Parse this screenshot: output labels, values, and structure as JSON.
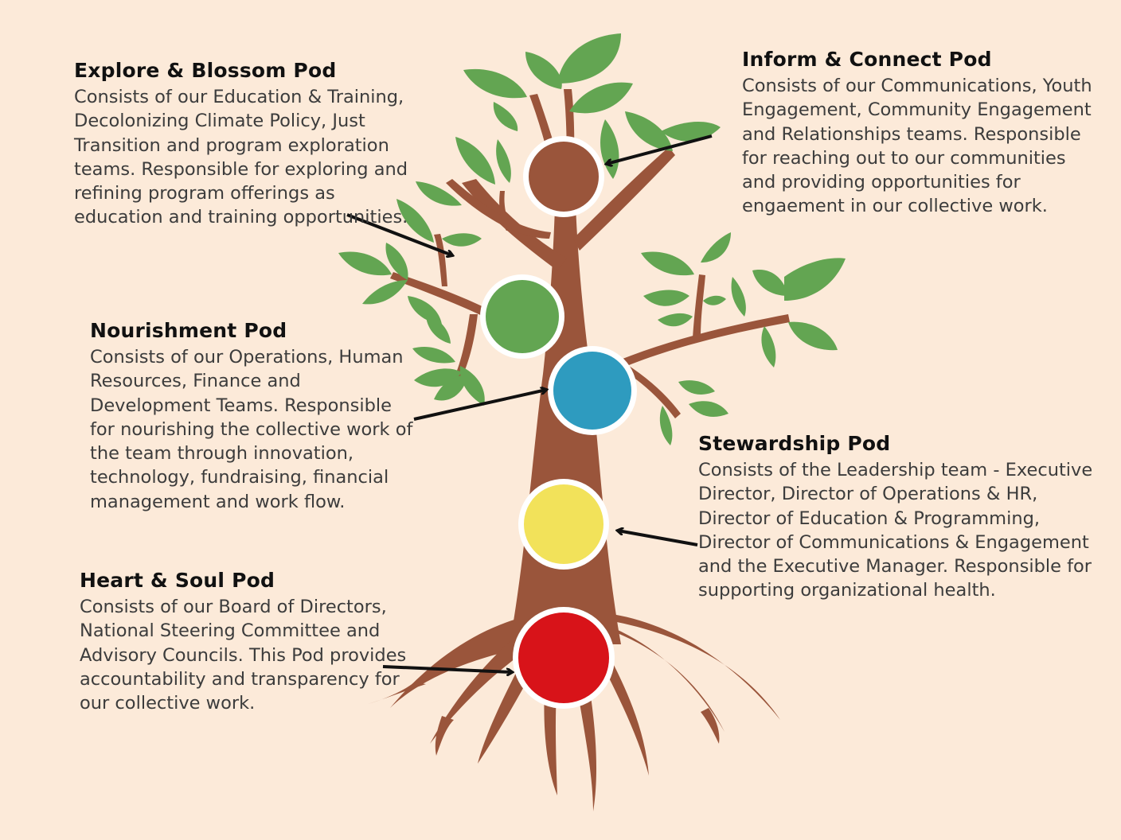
{
  "colors": {
    "background": "#fcead9",
    "trunk": "#9a553b",
    "leaf": "#63a552",
    "arrow": "#111111"
  },
  "nodes": [
    {
      "id": "explore",
      "color": "#63a552"
    },
    {
      "id": "inform",
      "color": "#9a553b"
    },
    {
      "id": "nourish",
      "color": "#2e9bbf"
    },
    {
      "id": "steward",
      "color": "#f2e25a"
    },
    {
      "id": "heart",
      "color": "#d81319"
    }
  ],
  "pods": {
    "explore": {
      "title": "Explore & Blossom Pod",
      "text": "Consists of our Education & Training, Decolonizing Climate Policy, Just Transition and program exploration teams. Responsible for exploring and refining program offerings as education and training opportunities."
    },
    "inform": {
      "title": "Inform & Connect Pod",
      "text": "Consists of our Communications, Youth Engagement, Community Engagement and Relationships teams. Responsible for reaching out to our communities and providing opportunities for engaement in our collective work."
    },
    "nourish": {
      "title": "Nourishment Pod",
      "text": "Consists of our Operations, Human Resources, Finance and Development Teams. Responsible for nourishing the collective work of the team through innovation, technology, fundraising, financial management and work flow."
    },
    "steward": {
      "title": "Stewardship Pod",
      "text": "Consists of the Leadership team - Executive Director, Director of Operations & HR, Director of Education & Programming, Director of Communications & Engagement and the Executive Manager. Responsible for supporting organizational health."
    },
    "heart": {
      "title": "Heart & Soul Pod",
      "text": "Consists of our Board of Directors, National Steering Committee and Advisory Councils. This Pod provides accountability and transparency for our collective work."
    }
  }
}
